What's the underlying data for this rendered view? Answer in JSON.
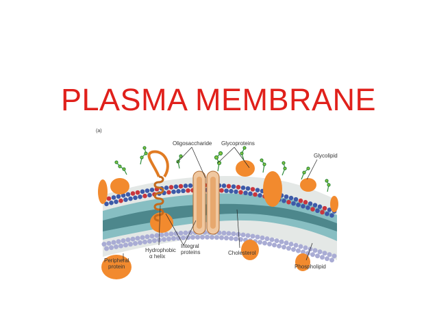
{
  "slide": {
    "title": "PLASMA MEMBRANE"
  },
  "figure": {
    "panel_label": "(a)",
    "labels": {
      "oligosaccharide": "Oligosaccharide",
      "glycoproteins": "Glycoproteins",
      "glycolipid": "Glycolipid",
      "hydrophobic_line1": "Hydrophobic",
      "hydrophobic_line2": "α helix",
      "integral_line1": "Integral",
      "integral_line2": "proteins",
      "cholesterol": "Cholesterol",
      "peripheral_line1": "Peripheral",
      "peripheral_line2": "protein",
      "phospholipid": "Phospholipid"
    },
    "colors": {
      "title": "#e0201b",
      "protein": "#f28a2e",
      "head_blue": "#3d5aa8",
      "head_red": "#c9363d",
      "inner_head": "#a9acd4",
      "tail": "#2f9fa6",
      "sugar": "#8dc63f"
    }
  }
}
